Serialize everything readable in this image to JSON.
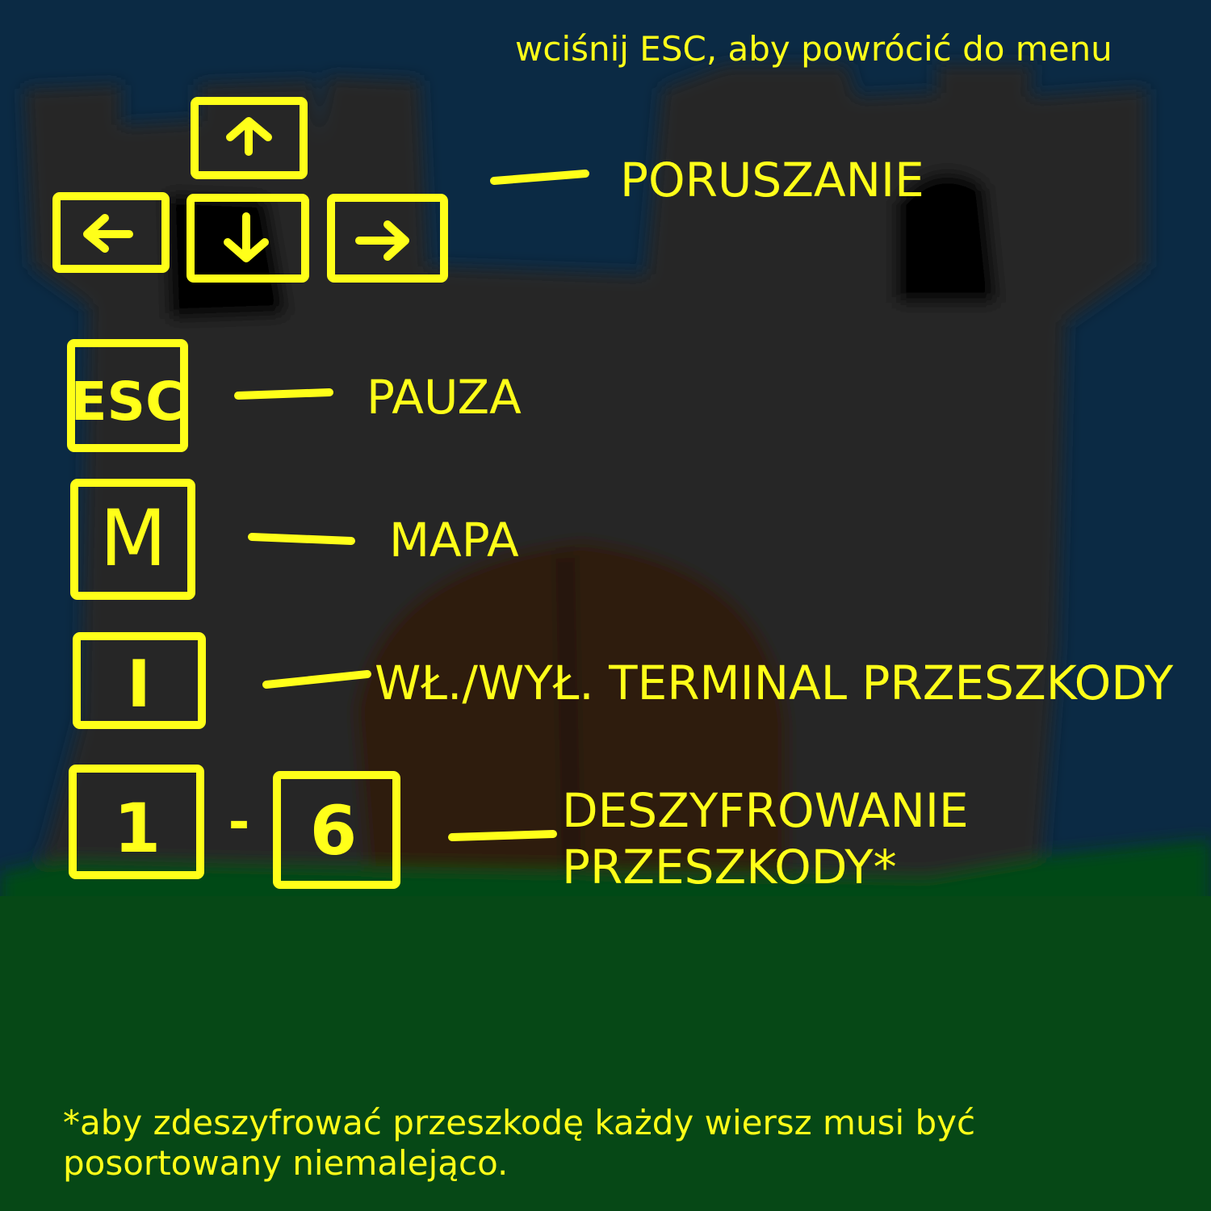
{
  "hint": "wciśnij ESC, aby powrócić do menu",
  "controls": {
    "movement": {
      "label": "PORUSZANIE",
      "keys": [
        "up-arrow-icon",
        "left-arrow-icon",
        "down-arrow-icon",
        "right-arrow-icon"
      ]
    },
    "pause": {
      "key": "ESC",
      "label": "PAUZA"
    },
    "map": {
      "key": "M",
      "label": "MAPA"
    },
    "terminal": {
      "key": "I",
      "label": "WŁ./WYŁ. TERMINAL PRZESZKODY"
    },
    "decrypt": {
      "key_from": "1",
      "key_to": "6",
      "separator": "-",
      "label_line1": "DESZYFROWANIE",
      "label_line2": "PRZESZKODY*"
    }
  },
  "footnote": {
    "line1": "*aby zdeszyfrować przeszkodę każdy wiersz musi być",
    "line2": "posortowany niemalejąco."
  },
  "colors": {
    "sky": "#0b2a44",
    "castle": "#262626",
    "grass": "#064816",
    "door": "#2d1a08",
    "accent": "#ffff19"
  }
}
